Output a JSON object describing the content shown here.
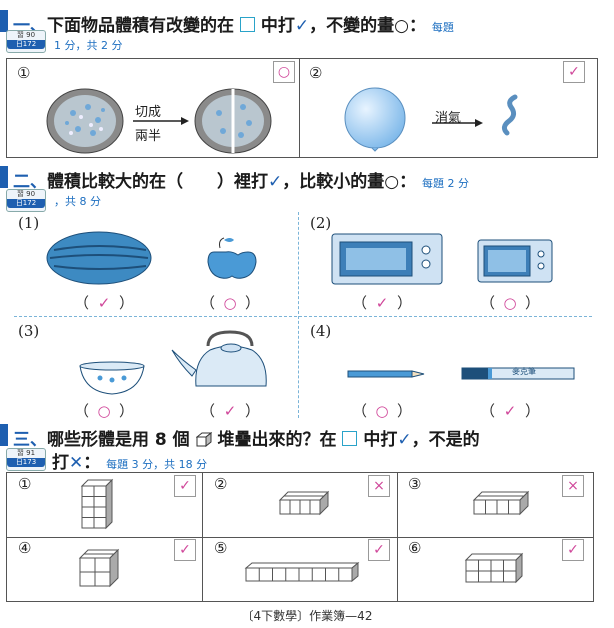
{
  "q1": {
    "number": "一",
    "title": "下面物品體積有改變的在",
    "title2": "中打",
    "title3": "，不變的畫",
    "title4": "：",
    "note": "每題",
    "ref_top": "習 90",
    "ref_bottom": "日172",
    "sub": "1 分，共 2 分",
    "items": [
      {
        "label": "①",
        "answer": "○",
        "arrow_text_1": "切成",
        "arrow_text_2": "兩半"
      },
      {
        "label": "②",
        "answer": "✓",
        "arrow_text_1": "消氣"
      }
    ]
  },
  "q2": {
    "number": "二",
    "title": "體積比較大的在（　　）裡打",
    "title2": "，比較小的畫",
    "title3": "：",
    "note": "每題 2 分",
    "ref_top": "習 90",
    "ref_bottom": "日172",
    "sub": "，共 8 分",
    "groups": [
      {
        "label": "(1)",
        "left_answer": "✓",
        "right_answer": "○"
      },
      {
        "label": "(2)",
        "left_answer": "✓",
        "right_answer": "○"
      },
      {
        "label": "(3)",
        "left_answer": "○",
        "right_answer": "✓"
      },
      {
        "label": "(4)",
        "left_answer": "○",
        "right_answer": "✓"
      }
    ],
    "pen_label": "麥克筆"
  },
  "q3": {
    "number": "三",
    "title": "哪些形體是用 8 個",
    "title2": "堆疊出來的？在",
    "title3": "中打",
    "title4": "，不是的",
    "line2": "打",
    "line2b": "：",
    "note": "每題 3 分，共 18 分",
    "ref_top": "習 91",
    "ref_bottom": "日173",
    "items": [
      {
        "label": "①",
        "answer": "✓"
      },
      {
        "label": "②",
        "answer": "×"
      },
      {
        "label": "③",
        "answer": "×"
      },
      {
        "label": "④",
        "answer": "✓"
      },
      {
        "label": "⑤",
        "answer": "✓"
      },
      {
        "label": "⑥",
        "answer": "✓"
      }
    ]
  },
  "footer": "〔4下數學〕作業簿—42",
  "colors": {
    "accent": "#1e5fb0",
    "answer": "#d0479a",
    "note": "#1e6fc0"
  }
}
